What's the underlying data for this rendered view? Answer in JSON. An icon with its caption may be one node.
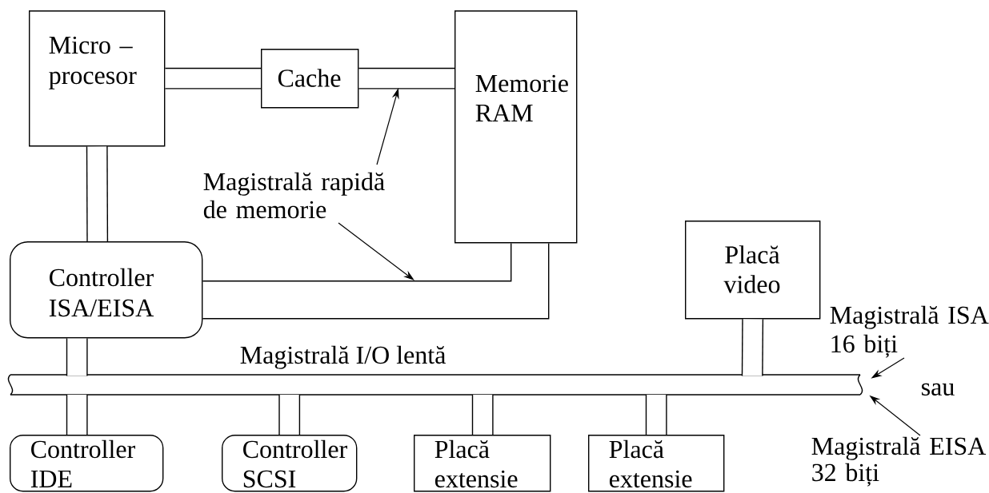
{
  "diagram": {
    "nodes": [
      {
        "text": [
          "Micro – procesor"
        ]
      },
      {
        "text": [
          "Cache"
        ]
      },
      {
        "text": [
          "Memorie RAM"
        ]
      },
      {
        "text": [
          "Controller ISA/EISA"
        ]
      },
      {
        "text": [
          "Placă video"
        ]
      },
      {
        "text": [
          "Magistrală I/O lentă"
        ]
      },
      {
        "text": [
          "Controller IDE"
        ]
      },
      {
        "text": [
          "Controller SCSI"
        ]
      },
      {
        "text": [
          "Placă extensie"
        ]
      },
      {
        "text": [
          "Placă extensie"
        ]
      },
      {
        "text": [
          "Magistrală rapidă de memorie"
        ]
      },
      {
        "text": [
          "Magistrală ISA 16 biți"
        ]
      },
      {
        "text": [
          "Magistrală EISA 32 biți"
        ]
      }
    ],
    "edges": [
      {
        "from": 0,
        "to": 1,
        "arrow": "none"
      },
      {
        "from": 1,
        "to": 2,
        "arrow": "none"
      },
      {
        "from": 0,
        "to": 3,
        "arrow": "none"
      },
      {
        "from": 3,
        "to": 2,
        "arrow": "none"
      },
      {
        "from": 3,
        "to": 5,
        "arrow": "none"
      },
      {
        "from": 4,
        "to": 5,
        "arrow": "none"
      },
      {
        "from": 5,
        "to": 6,
        "arrow": "none"
      },
      {
        "from": 5,
        "to": 7,
        "arrow": "none"
      },
      {
        "from": 5,
        "to": 8,
        "arrow": "none"
      },
      {
        "from": 5,
        "to": 9,
        "arrow": "none"
      },
      {
        "from": 10,
        "to": null,
        "arrow": "to"
      },
      {
        "from": 10,
        "to": null,
        "arrow": "to"
      },
      {
        "from": 11,
        "to": 5,
        "arrow": "to"
      },
      {
        "from": 12,
        "to": 5,
        "arrow": "to"
      }
    ],
    "labels": [
      "sau"
    ]
  }
}
